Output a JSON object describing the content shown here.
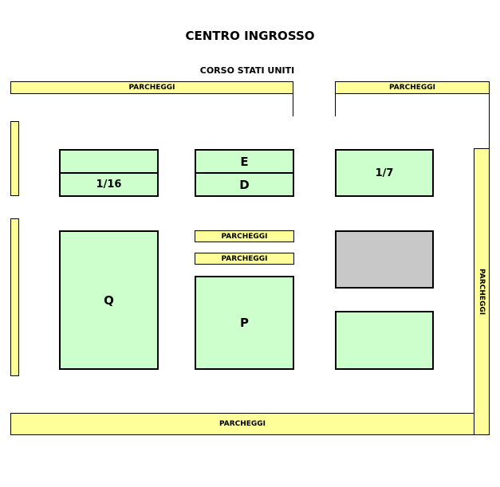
{
  "title": "CENTRO INGROSSO",
  "street": "CORSO STATI UNITI",
  "parking": {
    "top_left": "PARCHEGGI",
    "top_right": "PARCHEGGI",
    "center_1": "PARCHEGGI",
    "center_2": "PARCHEGGI",
    "right": "PARCHEGGI",
    "bottom": "PARCHEGGI"
  },
  "blocks": {
    "left_top": "",
    "left_bottom": "1/16",
    "center_top": "E",
    "center_bottom": "D",
    "right_top": "1/7",
    "q": "Q",
    "p": "P",
    "gray": "",
    "right_bottom": ""
  },
  "colors": {
    "parking": "#ffff99",
    "block": "#ccffcc",
    "unavailable": "#c8c8c8"
  }
}
